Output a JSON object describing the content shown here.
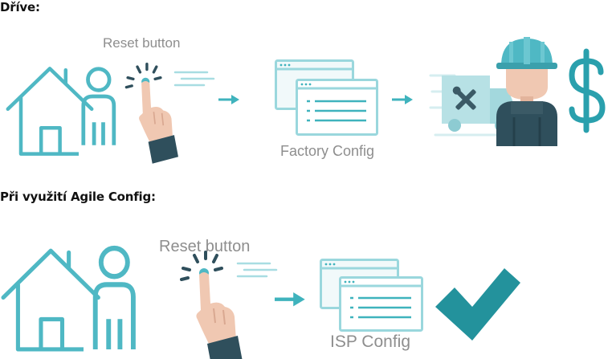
{
  "sections": [
    {
      "heading": "Dříve:",
      "reset_label": "Reset button",
      "config_label": "Factory Config",
      "icons": [
        "house-icon",
        "person-icon",
        "pressing-hand-icon",
        "arrow-right-icon",
        "config-window-icon",
        "repair-truck-icon",
        "technician-icon",
        "dollar-icon"
      ]
    },
    {
      "heading": "Při využití Agile Config:",
      "reset_label": "Reset button",
      "config_label": "ISP Config",
      "icons": [
        "house-icon",
        "person-icon",
        "pressing-hand-icon",
        "arrow-right-icon",
        "config-window-icon",
        "checkmark-icon"
      ]
    }
  ],
  "colors": {
    "accent": "#3fb3bd",
    "teal_dark": "#2b8f9a",
    "caption": "#8e8e8e",
    "skin": "#f0c8b2",
    "sleeve": "#2f4f5c",
    "helmet": "#4fb8c4",
    "dollar": "#2aa0ad",
    "check": "#23929c"
  }
}
